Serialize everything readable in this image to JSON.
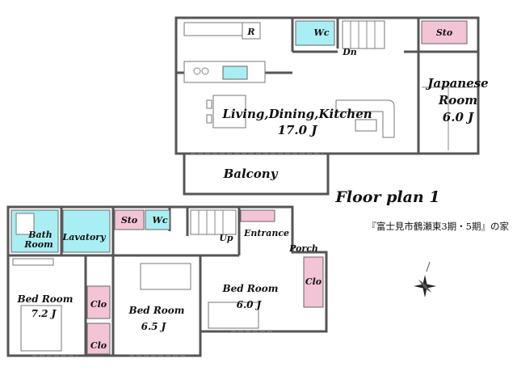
{
  "title": "Floor plan  1",
  "subtitle": "『富士見市鶴瀬東3期・5期』の家",
  "upper_floor": {
    "rooms": {
      "ldk_name": "Living,Dining,Kitchen",
      "ldk_size": "17.0 J",
      "japanese_name_1": "Japanese",
      "japanese_name_2": "Room",
      "japanese_size": "6.0 J",
      "balcony": "Balcony",
      "wc": "Wc",
      "sto": "Sto",
      "refrigerator": "R",
      "stairs_down": "Dn"
    }
  },
  "lower_floor": {
    "rooms": {
      "bath_1": "Bath",
      "bath_2": "Room",
      "lavatory": "Lavatory",
      "sto": "Sto",
      "wc": "Wc",
      "stairs_up": "Up",
      "entrance": "Entrance",
      "porch": "Porch",
      "bed1_name": "Bed Room",
      "bed1_size": "7.2 J",
      "bed2_name": "Bed Room",
      "bed2_size": "6.5 J",
      "bed3_name": "Bed Room",
      "bed3_size": "6.0 J",
      "clo_1": "Clo",
      "clo_2": "Clo",
      "clo_3": "Clo"
    }
  },
  "colors": {
    "wet_area": "#a9eef3",
    "storage": "#f3c4d6",
    "wall": "#555555"
  },
  "icons": {
    "compass": "compass-icon"
  }
}
